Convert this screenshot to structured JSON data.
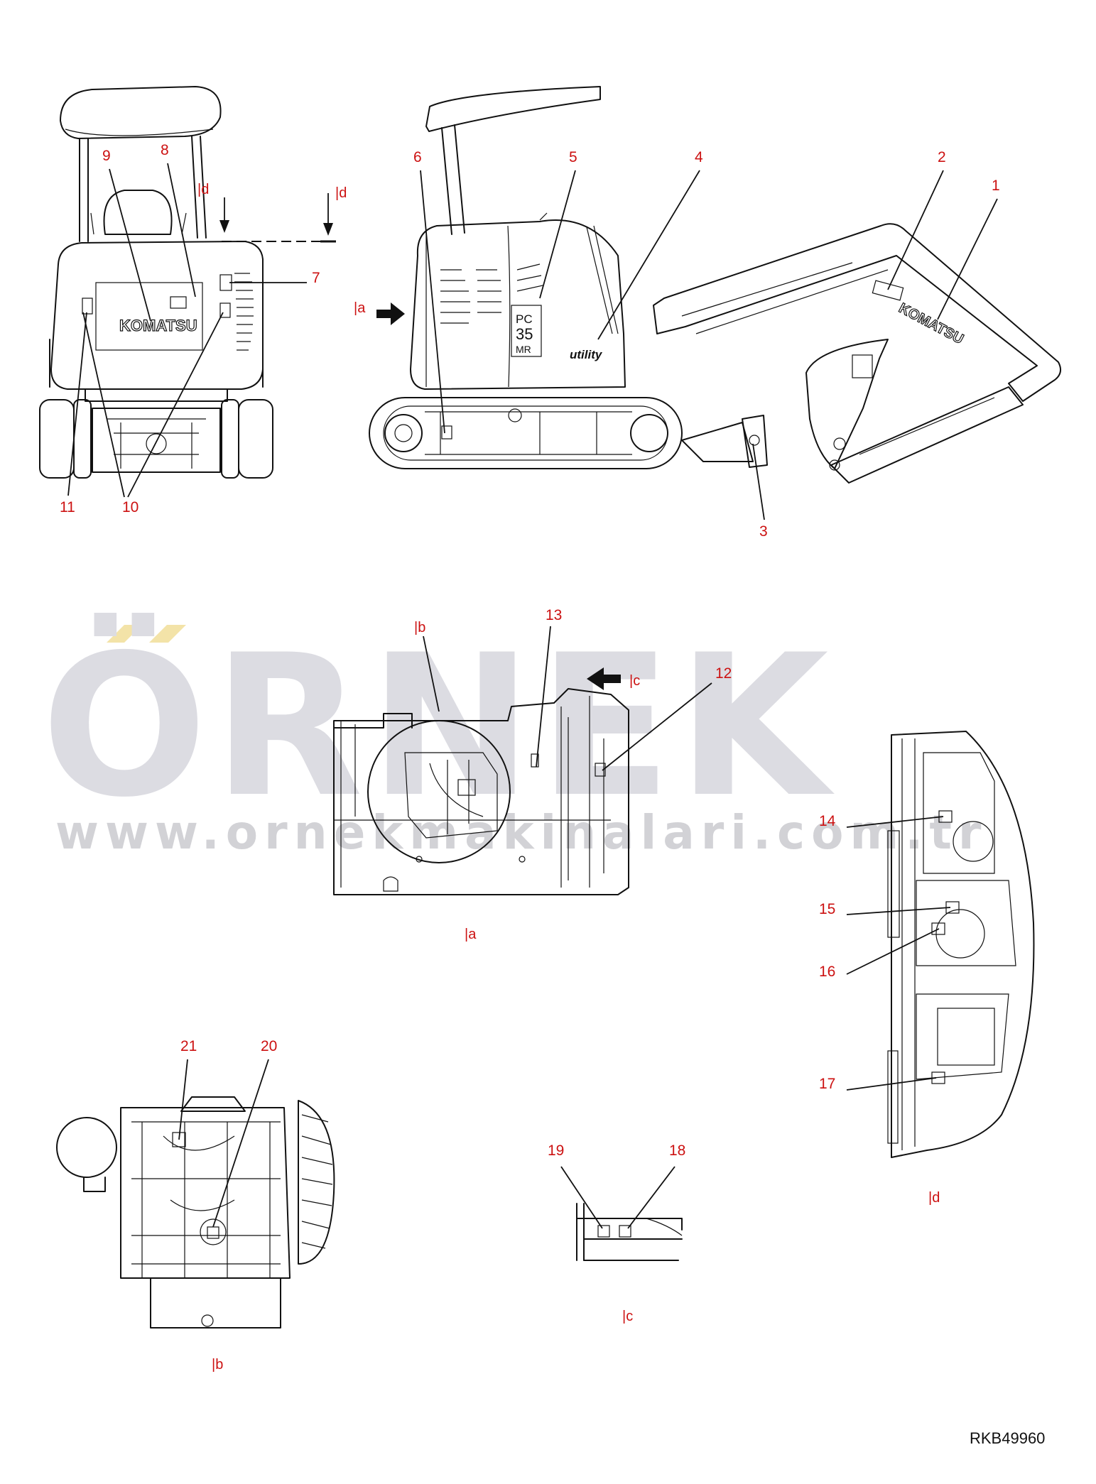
{
  "watermark": {
    "main": "ÖRNEK",
    "url": "www.ornekmakinalari.com.tr"
  },
  "callouts": {
    "c1": "1",
    "c2": "2",
    "c3": "3",
    "c4": "4",
    "c5": "5",
    "c6": "6",
    "c7": "7",
    "c8": "8",
    "c9": "9",
    "c10": "10",
    "c11": "11",
    "c12": "12",
    "c13": "13",
    "c14": "14",
    "c15": "15",
    "c16": "16",
    "c17": "17",
    "c18": "18",
    "c19": "19",
    "c20": "20",
    "c21": "21"
  },
  "view_refs": {
    "a": "|a",
    "b": "|b",
    "c": "|c",
    "d": "|d"
  },
  "machine_labels": {
    "brand": "KOMATSU",
    "model_line1": "PC",
    "model_line2": "35",
    "model_line3": "MR",
    "badge": "utility"
  },
  "figure_code": "RKB49960"
}
